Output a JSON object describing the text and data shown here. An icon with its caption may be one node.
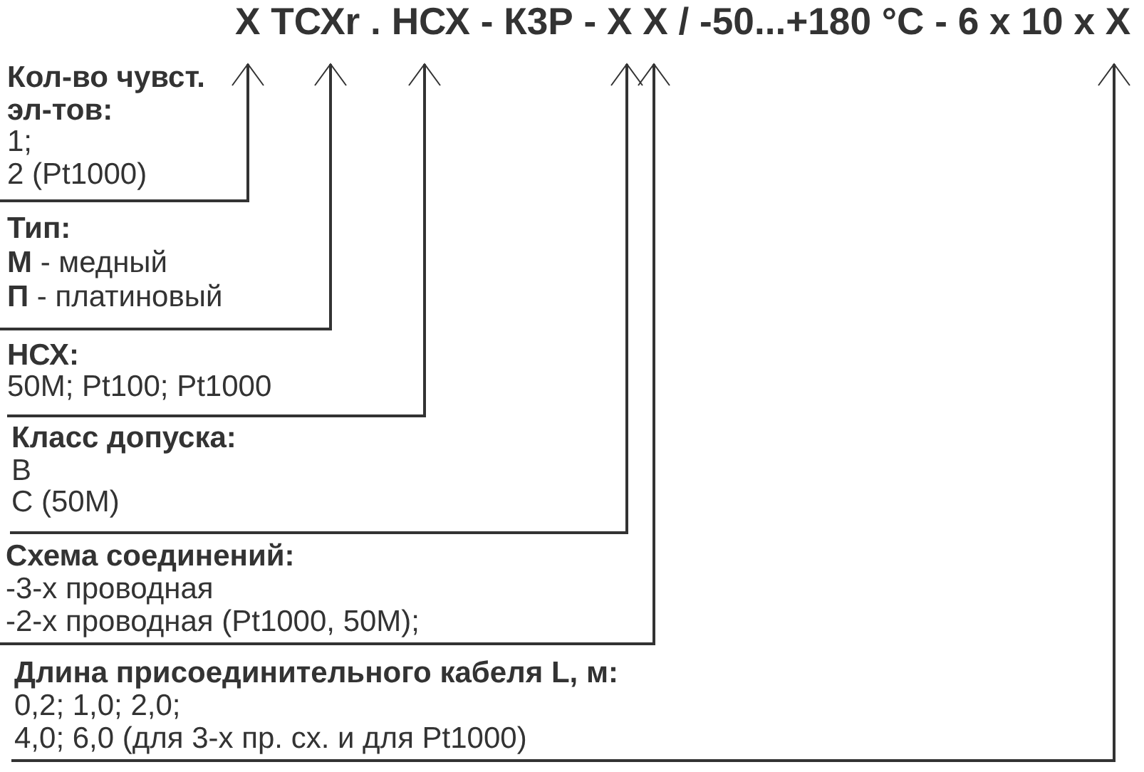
{
  "diagram": {
    "title": "Х ТСХr . НСХ - К3Р - Х Х / -50...+180 °С - 6 х 10 х Х",
    "nodes": [
      {
        "text": [
          "Кол-во чувст. эл-тов:",
          "1;",
          "2 (Pt1000)"
        ]
      },
      {
        "text": [
          "Тип:",
          "**М** - медный",
          "**П** - платиновый"
        ]
      },
      {
        "text": [
          "НСХ:",
          "50М; Pt100; Pt1000"
        ]
      },
      {
        "text": [
          "Класс допуска:",
          "B",
          "C (50М)"
        ]
      },
      {
        "text": [
          "Схема соединений:",
          "-3-х проводная",
          "-2-х проводная (Pt1000, 50М);"
        ]
      },
      {
        "text": [
          "Длина присоединительного кабеля L, м:",
          "0,2; 1,0; 2,0;",
          "4,0; 6,0 (для 3-х пр. сх. и для Pt1000)"
        ]
      }
    ],
    "edges": [
      {
        "from": 0,
        "to": null,
        "arrow": "to"
      },
      {
        "from": 1,
        "to": null,
        "arrow": "to"
      },
      {
        "from": 2,
        "to": null,
        "arrow": "to"
      },
      {
        "from": 3,
        "to": null,
        "arrow": "to"
      },
      {
        "from": 4,
        "to": null,
        "arrow": "to"
      },
      {
        "from": 5,
        "to": null,
        "arrow": "to"
      }
    ]
  }
}
